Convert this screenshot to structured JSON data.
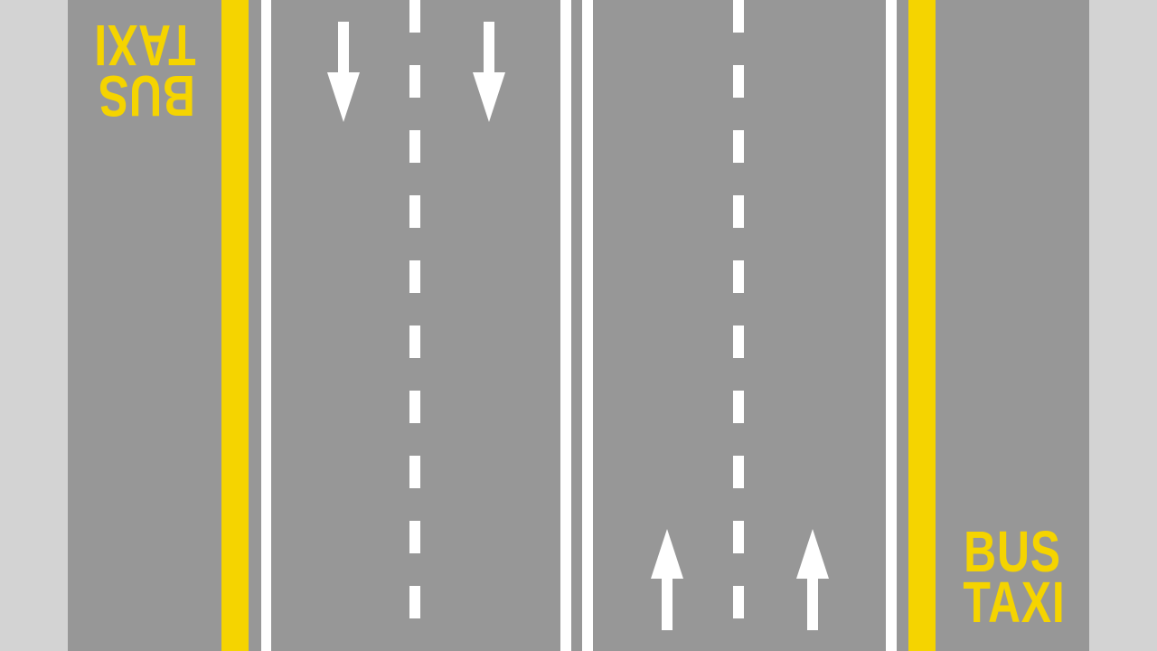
{
  "markings": {
    "bus_lane_line1": "BUS",
    "bus_lane_line2": "TAXI"
  },
  "colors": {
    "road": "#979797",
    "background": "#d3d3d3",
    "bus_lane_marking": "#f5d400",
    "lane_marking": "#ffffff"
  },
  "arrows": {
    "southbound": [
      "arrow-down",
      "arrow-down"
    ],
    "northbound": [
      "arrow-up",
      "arrow-up"
    ]
  }
}
